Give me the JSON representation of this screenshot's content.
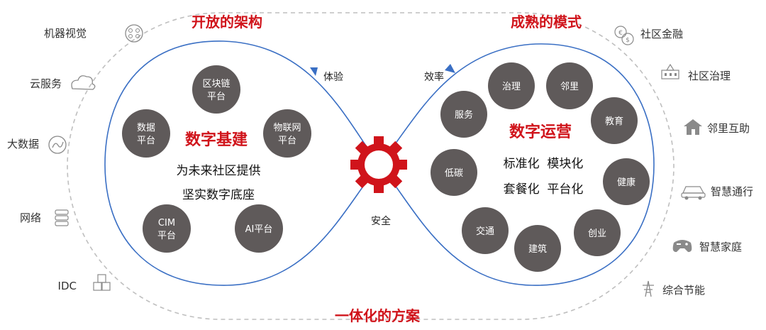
{
  "colors": {
    "accent_red": "#d0141b",
    "bubble_gray": "#5f5a5a",
    "loop_blue": "#3a6fc4",
    "dash_gray": "#bfbfbf",
    "icon_gray": "#8a8a8a"
  },
  "titles": {
    "top_left": "开放的架构",
    "top_right": "成熟的模式",
    "bottom": "一体化的方案"
  },
  "left_sidebar": [
    {
      "label": "机器视觉",
      "icon": "machine-vision-icon"
    },
    {
      "label": "云服务",
      "icon": "cloud-icon"
    },
    {
      "label": "大数据",
      "icon": "big-data-icon"
    },
    {
      "label": "网络",
      "icon": "network-icon"
    },
    {
      "label": "IDC",
      "icon": "idc-cubes-icon"
    }
  ],
  "right_sidebar": [
    {
      "label": "社区金融",
      "icon": "finance-icon"
    },
    {
      "label": "社区治理",
      "icon": "building-icon"
    },
    {
      "label": "邻里互助",
      "icon": "house-icon"
    },
    {
      "label": "智慧通行",
      "icon": "car-icon"
    },
    {
      "label": "智慧家庭",
      "icon": "gamepad-icon"
    },
    {
      "label": "综合节能",
      "icon": "power-tower-icon"
    }
  ],
  "left_loop": {
    "title": "数字基建",
    "line1": "为未来社区提供",
    "line2": "坚实数字底座",
    "bubbles": [
      [
        "区块链",
        "平台"
      ],
      [
        "数据",
        "平台"
      ],
      [
        "物联网",
        "平台"
      ],
      [
        "CIM",
        "平台"
      ],
      [
        "AI平台"
      ]
    ]
  },
  "right_loop": {
    "title": "数字运营",
    "line1": "标准化  模块化",
    "line2": "套餐化  平台化",
    "bubbles": [
      "治理",
      "邻里",
      "服务",
      "教育",
      "低碳",
      "健康",
      "交通",
      "创业",
      "建筑"
    ]
  },
  "center": {
    "label_experience": "体验",
    "label_efficiency": "效率",
    "label_security": "安全"
  }
}
